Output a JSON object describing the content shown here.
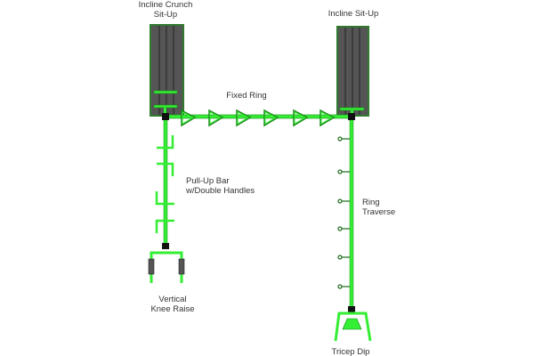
{
  "colors": {
    "frame": "#33ee33",
    "frame_stroke": "#1c8a1c",
    "bench": "#555555",
    "joint": "#111111"
  },
  "labels": {
    "incline_crunch_line1": "Incline Crunch",
    "incline_crunch_line2": "Sit-Up",
    "incline_situp": "Incline Sit-Up",
    "fixed_ring": "Fixed Ring",
    "pullup_line1": "Pull-Up Bar",
    "pullup_line2": "w/Double Handles",
    "ring_traverse_line1": "Ring",
    "ring_traverse_line2": "Traverse",
    "knee_raise_line1": "Vertical",
    "knee_raise_line2": "Knee Raise",
    "tricep_dip": "Tricep Dip"
  }
}
